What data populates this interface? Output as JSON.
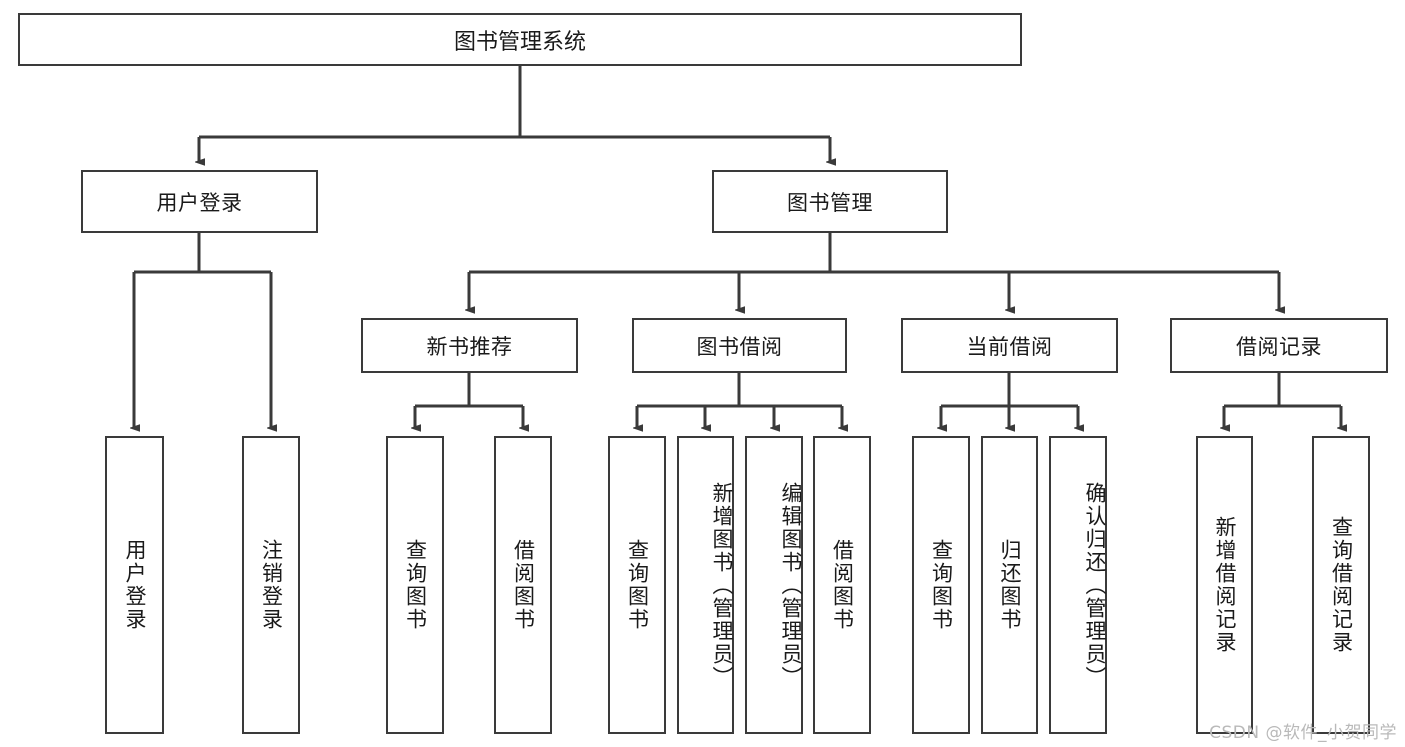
{
  "diagram": {
    "title": "图书管理系统",
    "type": "tree-hierarchy-chart",
    "watermark": "CSDN @软件_小贺同学",
    "colors": {
      "stroke": "#3a3a3a",
      "fill": "#ffffff",
      "text": "#1a1a1a",
      "watermark": "#b9b9b9"
    },
    "nodes": {
      "root": "图书管理系统",
      "level2": {
        "user_login": "用户登录",
        "book_manage": "图书管理"
      },
      "level3": {
        "new_book_recommend": "新书推荐",
        "book_borrow": "图书借阅",
        "current_borrow": "当前借阅",
        "borrow_record": "借阅记录"
      },
      "leaves": {
        "user_login_1": "用户登录",
        "user_login_2": "注销登录",
        "new_book_1": "查询图书",
        "new_book_2": "借阅图书",
        "book_borrow_1": "查询图书",
        "book_borrow_2": "新增图书（管理员）",
        "book_borrow_3": "编辑图书（管理员）",
        "book_borrow_4": "借阅图书",
        "current_borrow_1": "查询图书",
        "current_borrow_2": "归还图书",
        "current_borrow_3": "确认归还（管理员）",
        "borrow_record_1": "新增借阅记录",
        "borrow_record_2": "查询借阅记录"
      }
    }
  }
}
